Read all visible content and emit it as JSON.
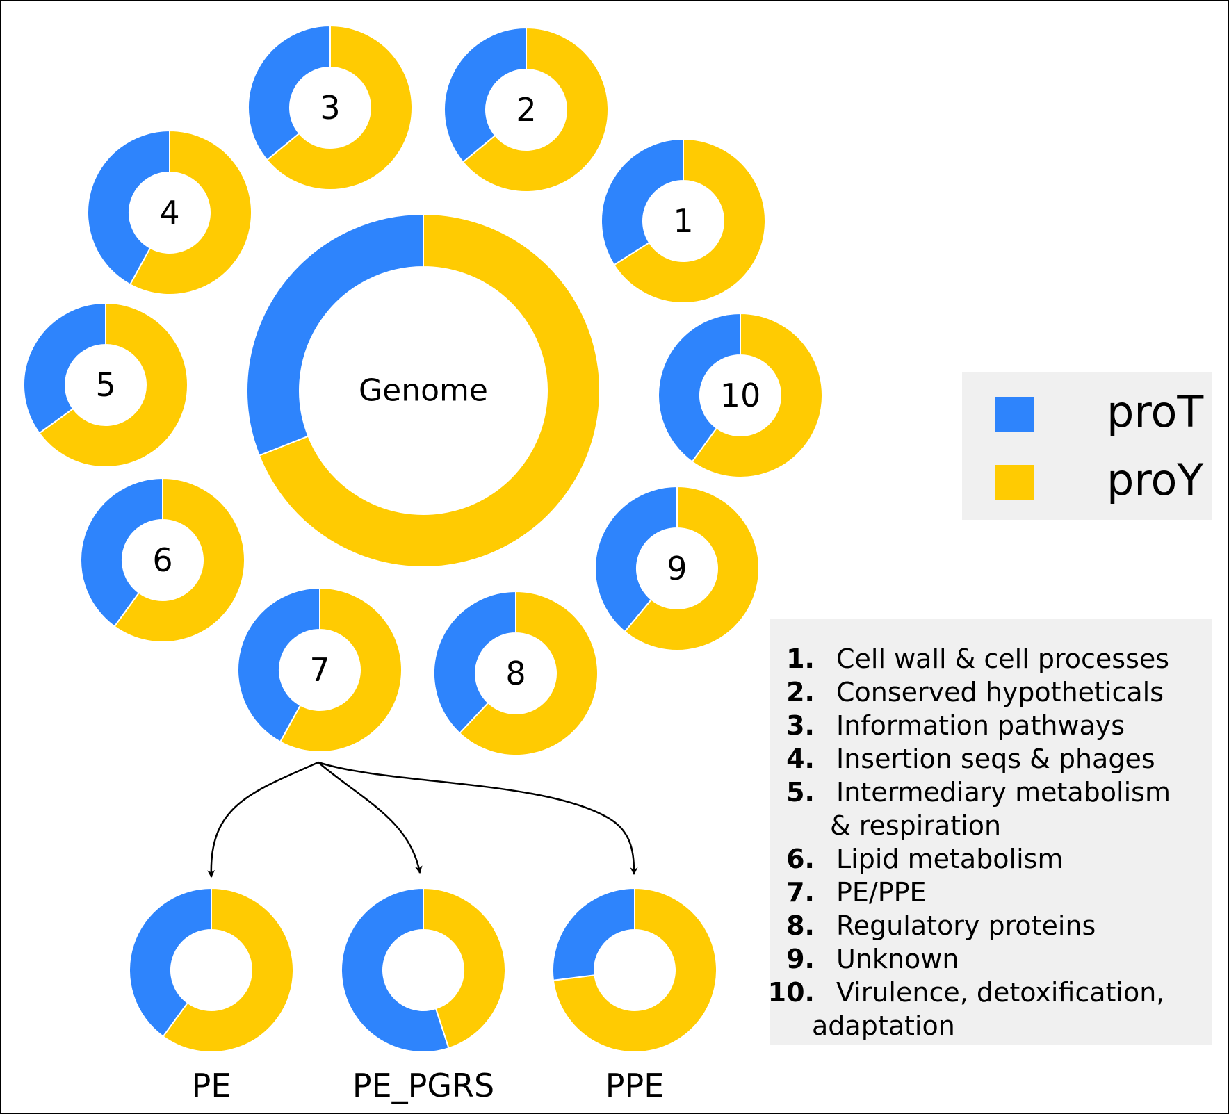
{
  "colors": {
    "proT": "#2e84fc",
    "proY": "#ffcb02"
  },
  "legend": [
    {
      "label": "proT",
      "color": "#2e84fc"
    },
    {
      "label": "proY",
      "color": "#ffcb02"
    }
  ],
  "category_legend": [
    {
      "num": "1.",
      "text": "Cell wall & cell processes"
    },
    {
      "num": "2.",
      "text": "Conserved hypotheticals"
    },
    {
      "num": "3.",
      "text": "Information pathways"
    },
    {
      "num": "4.",
      "text": "Insertion seqs & phages"
    },
    {
      "num": "5.",
      "text": "Intermediary metabolism",
      "cont": "& respiration"
    },
    {
      "num": "6.",
      "text": "Lipid metabolism"
    },
    {
      "num": "7.",
      "text": "PE/PPE"
    },
    {
      "num": "8.",
      "text": "Regulatory proteins"
    },
    {
      "num": "9.",
      "text": "Unknown"
    },
    {
      "num": "10.",
      "text": "Virulence, detoxification,",
      "cont": "adaptation"
    }
  ],
  "chart_data": {
    "type": "pie",
    "series": [
      "proT",
      "proY"
    ],
    "donuts": [
      {
        "label": "Genome",
        "proT": 0.31,
        "proY": 0.69
      },
      {
        "label": "1",
        "proT": 0.34,
        "proY": 0.66
      },
      {
        "label": "2",
        "proT": 0.36,
        "proY": 0.64
      },
      {
        "label": "3",
        "proT": 0.36,
        "proY": 0.64
      },
      {
        "label": "4",
        "proT": 0.42,
        "proY": 0.58
      },
      {
        "label": "5",
        "proT": 0.35,
        "proY": 0.65
      },
      {
        "label": "6",
        "proT": 0.4,
        "proY": 0.6
      },
      {
        "label": "7",
        "proT": 0.42,
        "proY": 0.58
      },
      {
        "label": "8",
        "proT": 0.38,
        "proY": 0.62
      },
      {
        "label": "9",
        "proT": 0.39,
        "proY": 0.61
      },
      {
        "label": "10",
        "proT": 0.4,
        "proY": 0.6
      },
      {
        "label": "PE",
        "proT": 0.4,
        "proY": 0.6
      },
      {
        "label": "PE_PGRS",
        "proT": 0.55,
        "proY": 0.45
      },
      {
        "label": "PPE",
        "proT": 0.27,
        "proY": 0.73
      }
    ],
    "breakdown": {
      "from": "7",
      "to": [
        "PE",
        "PE_PGRS",
        "PPE"
      ]
    }
  }
}
